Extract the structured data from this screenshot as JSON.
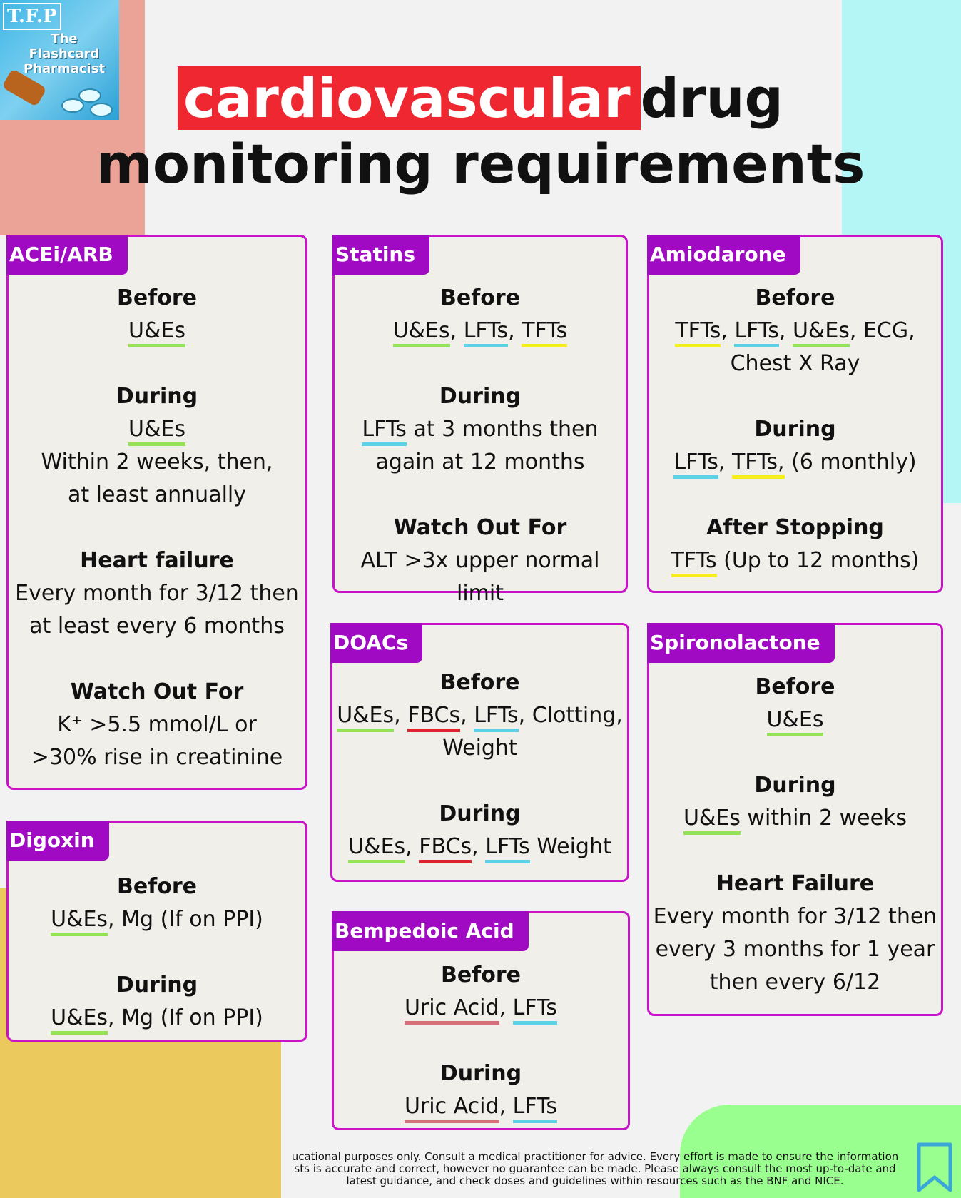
{
  "logo": {
    "monogram": "T.F.P",
    "name": "The Flashcard Pharmacist"
  },
  "title": {
    "highlight": "cardiovascular",
    "rest": "drug",
    "line2": "monitoring requirements"
  },
  "colors": {
    "border": "#c813c8",
    "tag": "#a00ac3",
    "highlight": "#ee2730",
    "u_and_e": "#96e256",
    "lft": "#5cd2e6",
    "tft": "#f5ee1c",
    "fbc": "#e32230",
    "uric_acid": "#d5707a"
  },
  "cards": {
    "acei": {
      "tag": "ACEi/ARB",
      "before_h": "Before",
      "before_1": "U&Es",
      "during_h": "During",
      "during_1": "U&Es",
      "during_2": "Within 2 weeks, then,",
      "during_3": "at least annually",
      "hf_h": "Heart failure",
      "hf_1": "Every month for 3/12 then",
      "hf_2": "at least every 6 months",
      "watch_h": "Watch Out For",
      "watch_1": "K⁺ >5.5 mmol/L or",
      "watch_2": ">30% rise in creatinine"
    },
    "statins": {
      "tag": "Statins",
      "before_h": "Before",
      "before_ue": "U&Es",
      "before_lft": "LFTs",
      "before_tft": "TFTs",
      "during_h": "During",
      "during_lft": "LFTs",
      "during_1": " at 3 months then",
      "during_2": "again at 12 months",
      "watch_h": "Watch Out For",
      "watch_1": "ALT >3x upper normal limit"
    },
    "amiodarone": {
      "tag": "Amiodarone",
      "before_h": "Before",
      "before_tft": "TFTs",
      "before_lft": "LFTs",
      "before_ue": "U&Es",
      "before_rest": ", ECG,",
      "before_2": "Chest X Ray",
      "during_h": "During",
      "during_lft": "LFTs",
      "during_tft": "TFTs,",
      "during_rest": " (6 monthly)",
      "after_h": "After Stopping",
      "after_tft": "TFTs",
      "after_rest": " (Up to 12 months)"
    },
    "digoxin": {
      "tag": "Digoxin",
      "before_h": "Before",
      "before_ue": "U&Es",
      "before_rest": ", Mg (If on PPI)",
      "during_h": "During",
      "during_ue": "U&Es",
      "during_rest": ", Mg (If on PPI)"
    },
    "doacs": {
      "tag": "DOACs",
      "before_h": "Before",
      "before_ue": "U&Es",
      "before_fbc": "FBCs",
      "before_lft": "LFTs",
      "before_rest": ", Clotting,",
      "before_2": "Weight",
      "during_h": "During",
      "during_ue": "U&Es",
      "during_fbc": "FBCs",
      "during_lft": "LFTs",
      "during_rest": " Weight"
    },
    "spironolactone": {
      "tag": "Spironolactone",
      "before_h": "Before",
      "before_ue": "U&Es",
      "during_h": "During",
      "during_ue": "U&Es",
      "during_rest": " within 2 weeks",
      "hf_h": "Heart Failure",
      "hf_1": "Every month for 3/12 then",
      "hf_2": "every 3 months for 1 year",
      "hf_3": "then every 6/12"
    },
    "bempedoic": {
      "tag": "Bempedoic Acid",
      "before_h": "Before",
      "before_uric": "Uric Acid",
      "before_lft": "LFTs",
      "during_h": "During",
      "during_uric": "Uric Acid",
      "during_lft": "LFTs"
    }
  },
  "disclaimer": {
    "line1": "ucational purposes only.  Consult a medical practitioner for advice. Every effort is made to ensure the information",
    "line2": "sts is accurate and correct, however no guarantee can be made. Please always consult the most up-to-date and",
    "line3": "latest guidance, and check doses and guidelines within resources such as the BNF and NICE."
  },
  "icons": {
    "bookmark": "bookmark-icon"
  }
}
